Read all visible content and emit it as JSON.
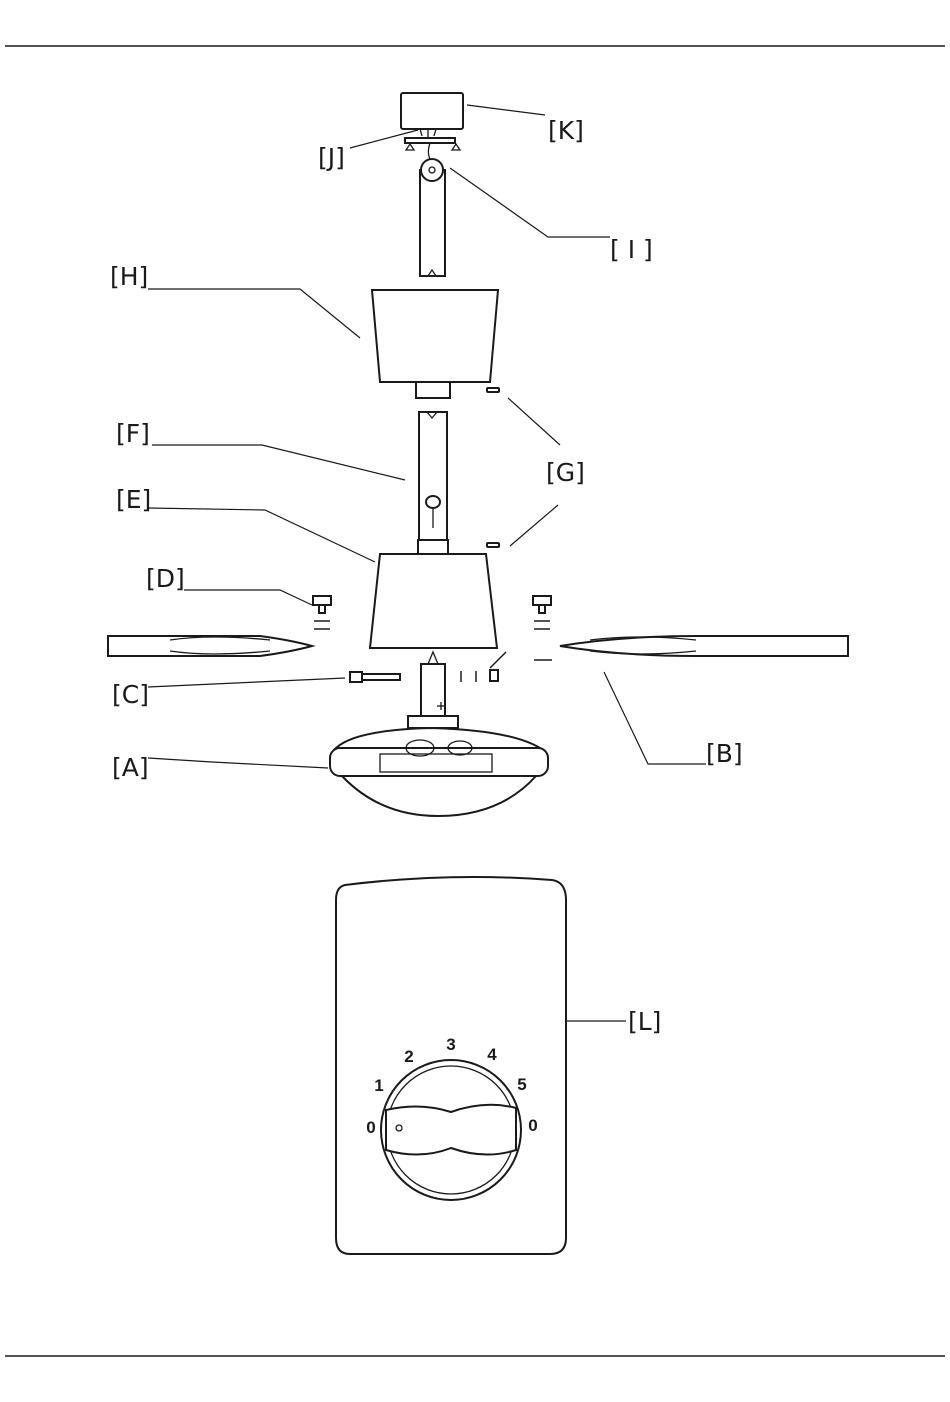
{
  "labels": {
    "A": "[A]",
    "B": "[B]",
    "C": "[C]",
    "D": "[D]",
    "E": "[E]",
    "F": "[F]",
    "G": "[G]",
    "H": "[H]",
    "I": "[ I ]",
    "J": "[J]",
    "K": "[K]",
    "L": "[L]"
  },
  "dial": {
    "positions": [
      "0",
      "1",
      "2",
      "3",
      "4",
      "5",
      "0"
    ]
  }
}
